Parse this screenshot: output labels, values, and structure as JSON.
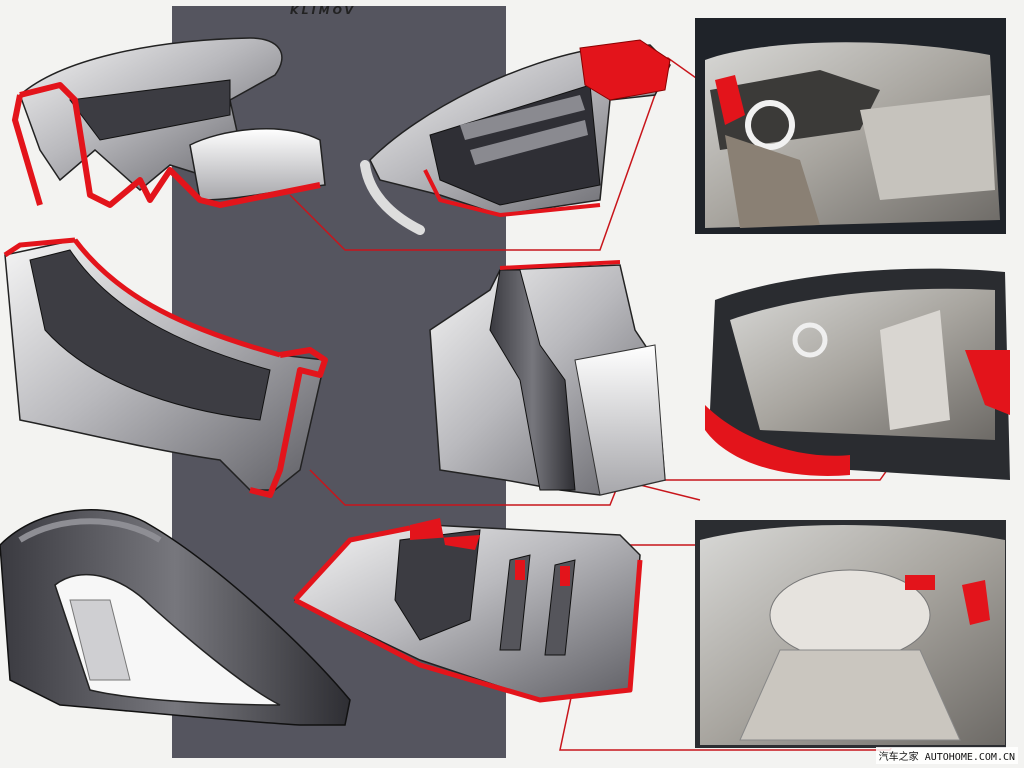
{
  "board": {
    "signature": "KLIMOV",
    "watermark": "汽车之家  AUTOHOME.COM.CN"
  },
  "colors": {
    "accent_red": "#e3141b",
    "panel_dark": "#55555f",
    "sketch_grey": "#8b8b8f",
    "paper": "#f3f3f1"
  },
  "sketches": [
    {
      "name": "door-trim-section-sketch"
    },
    {
      "name": "dashboard-module-sketch"
    },
    {
      "name": "center-console-sketch"
    },
    {
      "name": "seat-back-module-sketch"
    },
    {
      "name": "door-handle-loop-sketch"
    },
    {
      "name": "rear-shelf-module-sketch"
    }
  ],
  "renderings": [
    {
      "name": "front-cabin-rendering"
    },
    {
      "name": "side-cabin-rendering"
    },
    {
      "name": "rear-cabin-rendering"
    }
  ]
}
